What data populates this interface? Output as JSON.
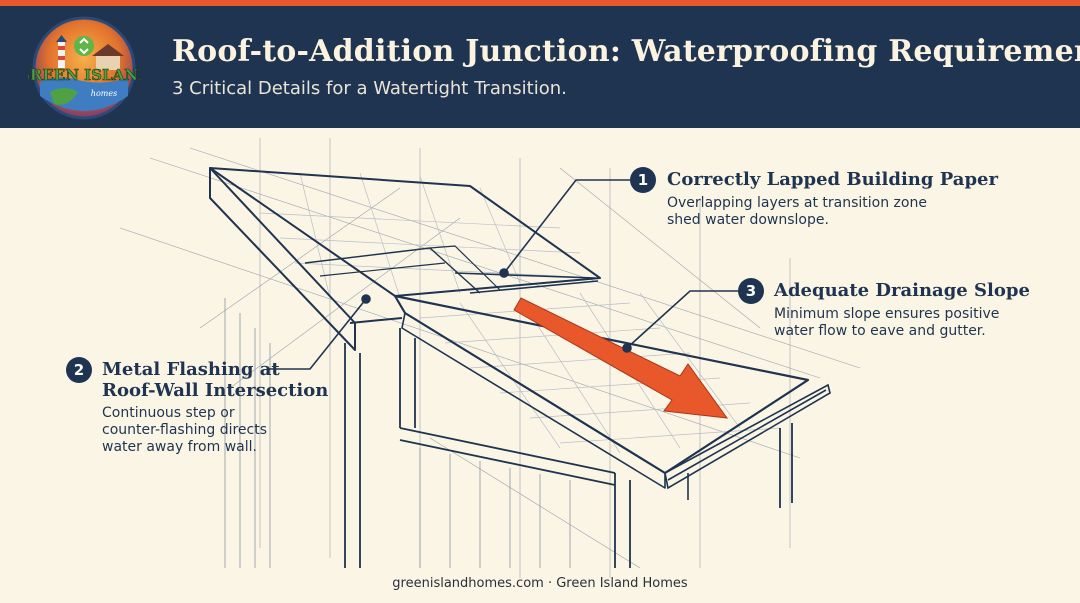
{
  "header": {
    "title": "Roof-to-Addition Junction: Waterproofing Requirements",
    "subtitle": "3 Critical Details for a Watertight Transition.",
    "logo_text": "GREEN ISLAND",
    "logo_subtext": "homes"
  },
  "callouts": [
    {
      "number": "1",
      "title": "Correctly Lapped Building Paper",
      "description": [
        "Overlapping layers at transition zone",
        "shed water downslope."
      ]
    },
    {
      "number": "2",
      "title": [
        "Metal Flashing at",
        "Roof-Wall Intersection"
      ],
      "description": [
        "Continuous step or",
        "counter-flashing directs",
        "water away from wall."
      ]
    },
    {
      "number": "3",
      "title": "Adequate Drainage Slope",
      "description": [
        "Minimum slope ensures positive",
        "water flow to eave and gutter."
      ]
    }
  ],
  "footer": {
    "text": "greenislandhomes.com · Green Island Homes"
  },
  "colors": {
    "accent": "#e8582a",
    "header_bg": "#1f3450",
    "background": "#fbf5e6",
    "line": "#1f3450",
    "logo_green": "#4ea244"
  }
}
